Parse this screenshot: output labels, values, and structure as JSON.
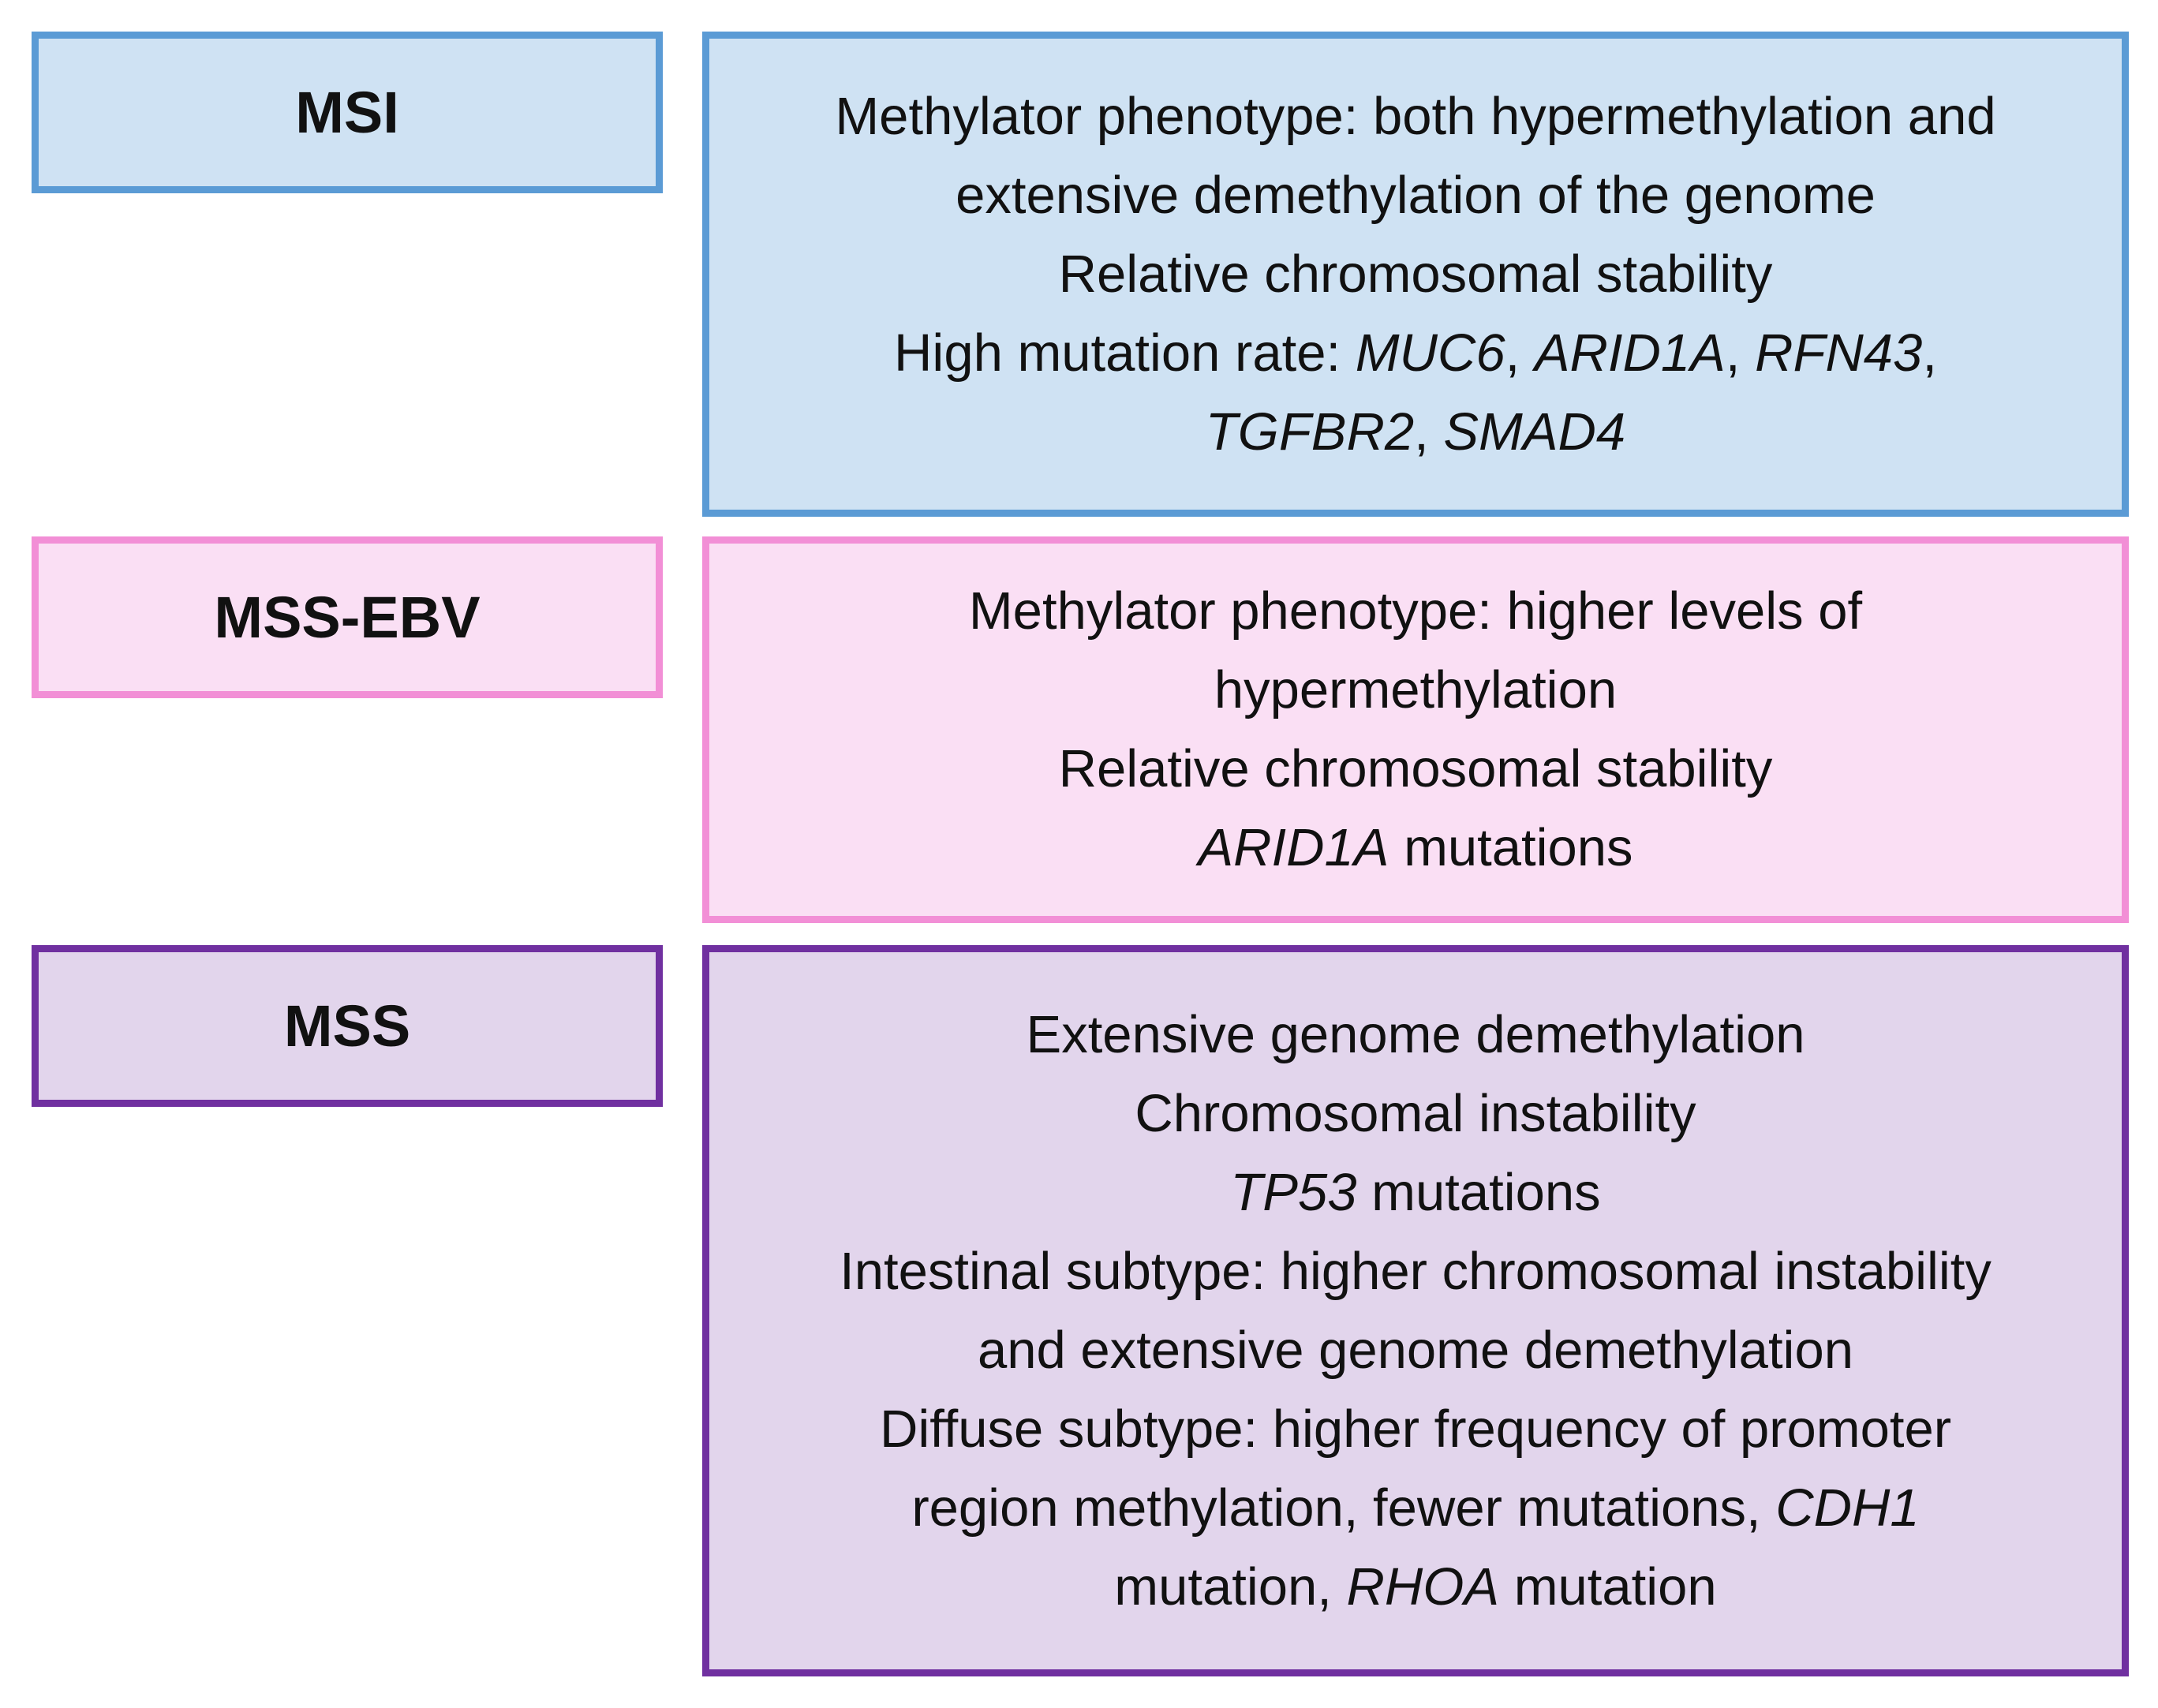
{
  "rows": [
    {
      "label": "MSI",
      "border_color": "#5b9bd5",
      "fill_color": "#cfe2f3",
      "lines": [
        "Methylator phenotype: both hypermethylation and",
        "extensive demethylation of the genome",
        "Relative chromosomal stability",
        "High mutation rate: ",
        "MUC6",
        "ARID1A",
        "RFN43",
        "TGFBR2",
        "SMAD4"
      ]
    },
    {
      "label": "MSS-EBV",
      "border_color": "#f28fd6",
      "fill_color": "#fadff4",
      "lines": [
        "Methylator phenotype: higher levels of",
        "hypermethylation",
        "Relative chromosomal stability",
        "ARID1A",
        " mutations"
      ]
    },
    {
      "label": "MSS",
      "border_color": "#7030a0",
      "fill_color": "#e2d5ec",
      "lines": [
        "Extensive genome demethylation",
        "Chromosomal instability",
        "TP53",
        " mutations",
        "Intestinal subtype: higher chromosomal instability",
        "and extensive genome demethylation",
        "Diffuse subtype: higher frequency of promoter",
        "region methylation, fewer mutations, ",
        "CDH1",
        "mutation, ",
        "RHOA",
        " mutation"
      ]
    }
  ]
}
